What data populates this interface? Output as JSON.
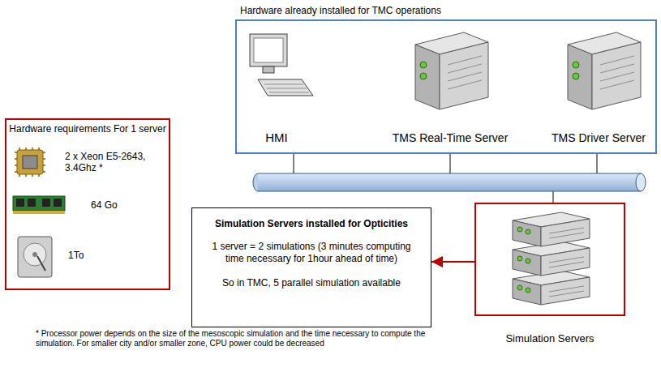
{
  "diagram": {
    "nodes": [
      {
        "text": [
          "Hardware requirements For 1 server",
          "2 x Xeon E5-2643, 3.4Ghz *",
          "64 Go",
          "1To"
        ]
      },
      {
        "text": [
          "Hardware already installed for TMC operations"
        ]
      },
      {
        "text": [
          "HMI"
        ],
        "in": 1
      },
      {
        "text": [
          "TMS Real-Time Server"
        ],
        "in": 1
      },
      {
        "text": [
          "TMS Driver Server"
        ],
        "in": 1
      },
      {
        "text": [
          "Simulation Servers installed for Opticities",
          "1 server = 2 simulations (3 minutes computing time necessary for 1hour ahead of time)",
          "So in TMC, 5 parallel simulation available"
        ]
      },
      {
        "text": [
          "Simulation Servers"
        ]
      }
    ],
    "edges": [
      {
        "from": 6,
        "to": 5,
        "arrow": "to"
      }
    ],
    "labels": [
      "* Processor power depends on the size of the mesoscopic simulation and the time necessary to compute the simulation. For smaller city and/or smaller zone, CPU power could be decreased"
    ]
  }
}
